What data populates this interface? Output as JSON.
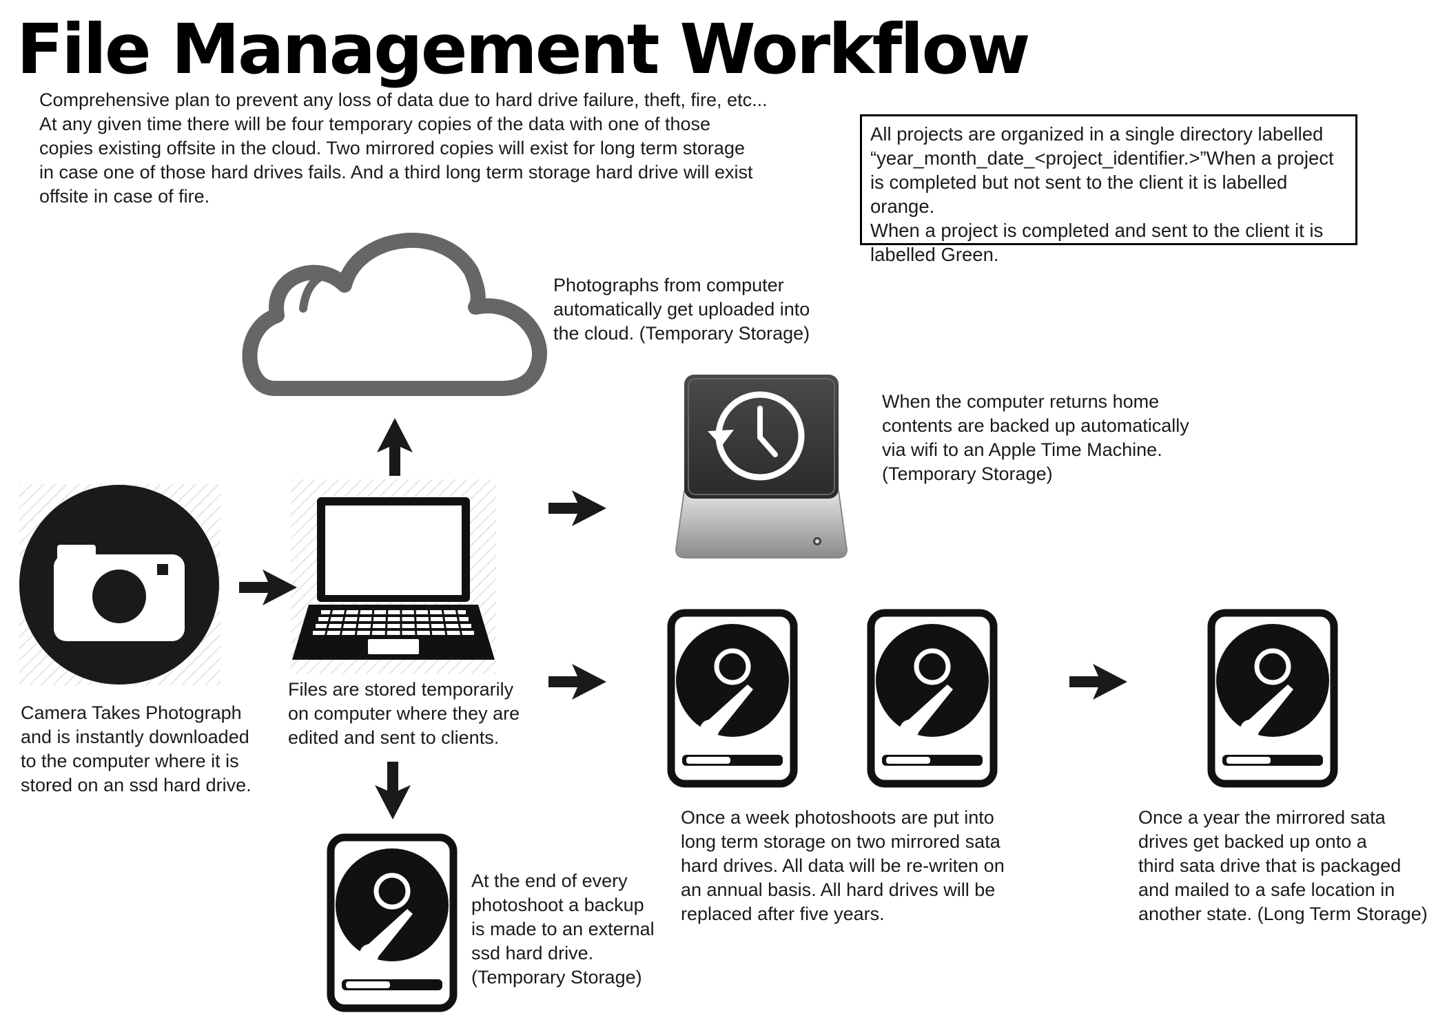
{
  "title": "File Management Workflow",
  "intro": "Comprehensive plan to prevent any loss of data due to hard drive failure, theft, fire, etc...\nAt any given time there will be  four temporary copies of the data with one of those\ncopies existing offsite in the cloud. Two mirrored copies will exist for long term storage\nin case one of those hard drives fails. And a third long term storage hard drive will exist\noffsite in case of fire.",
  "naming_note": "All projects are organized in a single directory labelled\n“year_month_date_<project_identifier.>”When a project\nis completed but not sent to the client it is labelled orange.\nWhen a project is completed and sent to the client it is\nlabelled Green.",
  "steps": {
    "camera": {
      "icon": "camera-icon",
      "caption": "Camera Takes Photograph\nand is instantly downloaded\nto the computer where it is\nstored on an ssd hard drive."
    },
    "computer": {
      "icon": "laptop-icon",
      "caption": "Files are stored temporarily\non computer where they are\nedited and sent to clients."
    },
    "cloud": {
      "icon": "cloud-icon",
      "caption": "Photographs from computer\nautomatically get uploaded into\nthe cloud. (Temporary Storage)"
    },
    "time_machine": {
      "icon": "time-machine-icon",
      "caption": "When the computer returns home\ncontents are backed up automatically\nvia wifi to an Apple Time Machine.\n(Temporary Storage)"
    },
    "external_ssd": {
      "icon": "hard-drive-icon",
      "caption": "At the end of every\nphotoshoot a backup\nis made to an external\nssd hard drive.\n(Temporary Storage)"
    },
    "mirrored_drives": {
      "icon": "hard-drive-icon",
      "caption": "Once a week photoshoots are put into\nlong term storage on two mirrored sata\nhard drives. All data will be re-writen on\nan annual basis. All hard drives will be\nreplaced after five years."
    },
    "offsite_drive": {
      "icon": "hard-drive-icon",
      "caption": "Once a year the mirrored sata\ndrives get backed up onto a\nthird sata drive that is packaged\nand mailed to a safe location in\nanother state. (Long Term Storage)"
    }
  },
  "connectors": [
    {
      "from": "camera",
      "to": "computer",
      "icon": "arrow-right-icon"
    },
    {
      "from": "computer",
      "to": "cloud",
      "icon": "arrow-up-icon"
    },
    {
      "from": "computer",
      "to": "time_machine",
      "icon": "arrow-right-icon"
    },
    {
      "from": "computer",
      "to": "mirrored_drives",
      "icon": "arrow-right-icon"
    },
    {
      "from": "computer",
      "to": "external_ssd",
      "icon": "arrow-down-icon"
    },
    {
      "from": "mirrored_drives",
      "to": "offsite_drive",
      "icon": "arrow-right-icon"
    }
  ]
}
